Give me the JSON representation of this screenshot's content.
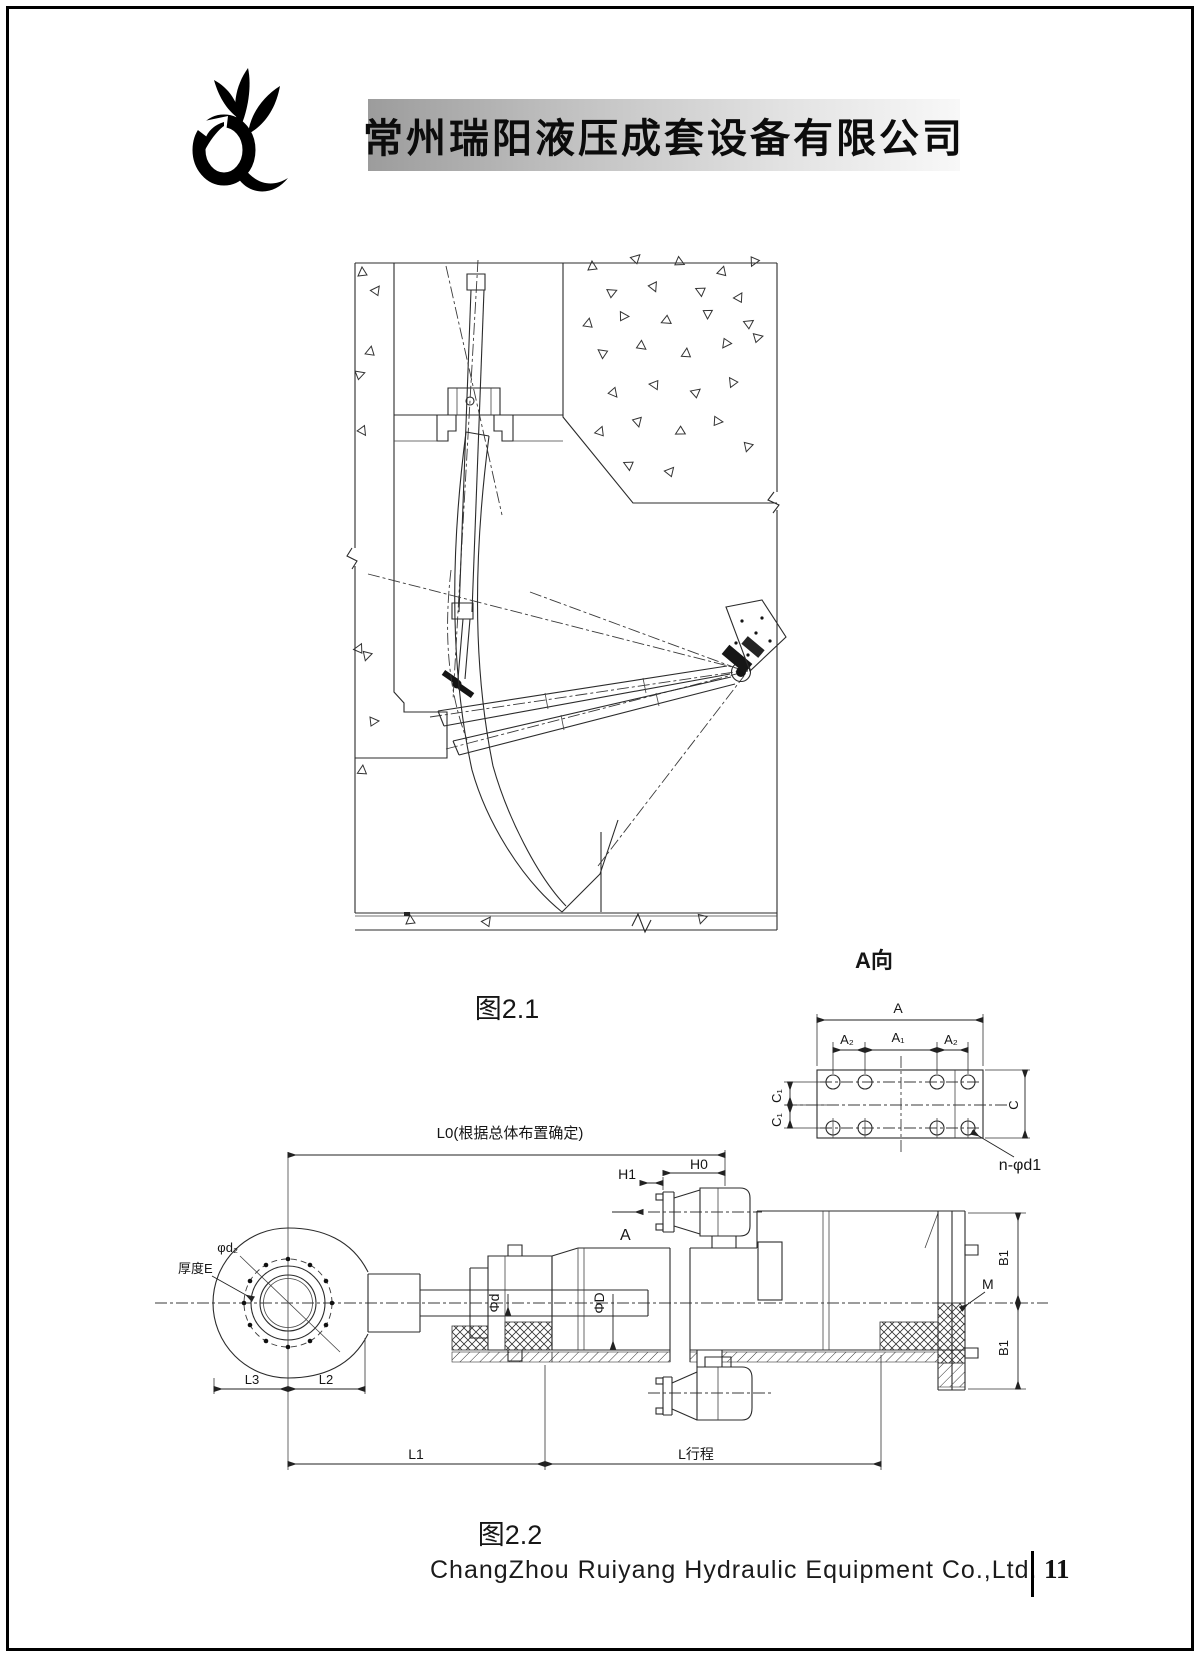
{
  "header": {
    "company_cn": "常州瑞阳液压成套设备有限公司"
  },
  "fig1": {
    "caption": "图2.1"
  },
  "fig2": {
    "caption": "图2.2",
    "l0": "L0(根据总体布置确定)",
    "h0": "H0",
    "h1": "H1",
    "view_arrow": "A",
    "phi_d2": "φd₂",
    "thickness_e": "厚度E",
    "phi_d": "Φd",
    "phi_big_d": "ΦD",
    "m": "M",
    "b1_upper": "B1",
    "b1_lower": "B1",
    "l3": "L3",
    "l2": "L2",
    "l1": "L1",
    "l_stroke": "L行程"
  },
  "view_a": {
    "title": "A向",
    "a": "A",
    "a2_left": "A₂",
    "a1": "A₁",
    "a2_right": "A₂",
    "c1_top": "C₁",
    "c1_bottom": "C₁",
    "c": "C",
    "hole_label": "n-φd1"
  },
  "footer": {
    "company_en": "ChangZhou Ruiyang Hydraulic Equipment Co.,Ltd.",
    "page_number": "11"
  }
}
